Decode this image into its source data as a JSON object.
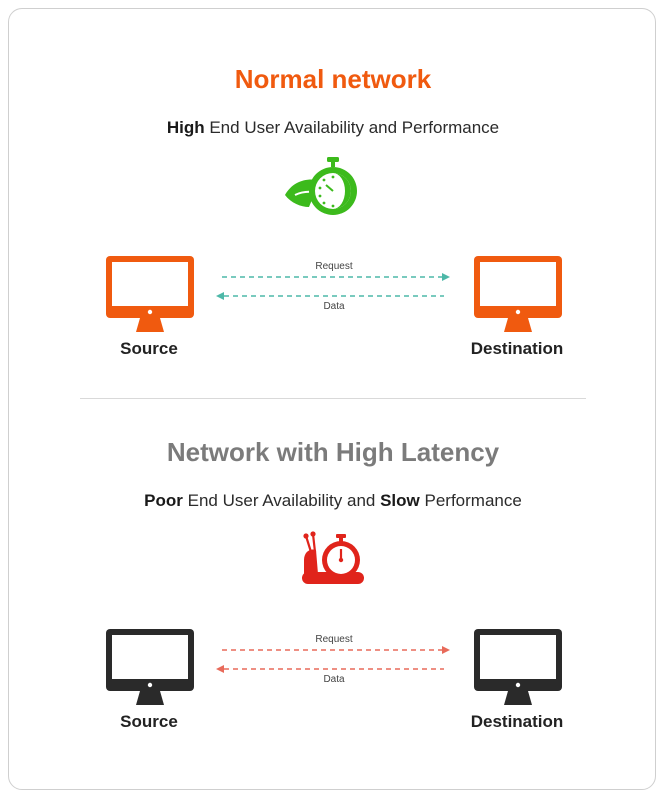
{
  "colors": {
    "accent_orange": "#f05a0f",
    "gray_title": "#7b7b7b",
    "green_icon": "#3cba1c",
    "red_icon": "#e0241b",
    "teal_arrow": "#4db8a8",
    "red_arrow": "#e86a5a",
    "dark_monitor": "#2a2a2a"
  },
  "normal": {
    "title": "Normal network",
    "subtitle_bold": "High",
    "subtitle_rest": " End User Availability and Performance",
    "icon": "fast-stopwatch-leaf-icon",
    "request_label": "Request",
    "data_label": "Data",
    "source_label": "Source",
    "destination_label": "Destination"
  },
  "latency": {
    "title": "Network with High Latency",
    "subtitle_bold1": "Poor",
    "subtitle_mid": " End User Availability and ",
    "subtitle_bold2": "Slow",
    "subtitle_end": " Performance",
    "icon": "snail-stopwatch-icon",
    "request_label": "Request",
    "data_label": "Data",
    "source_label": "Source",
    "destination_label": "Destination"
  }
}
